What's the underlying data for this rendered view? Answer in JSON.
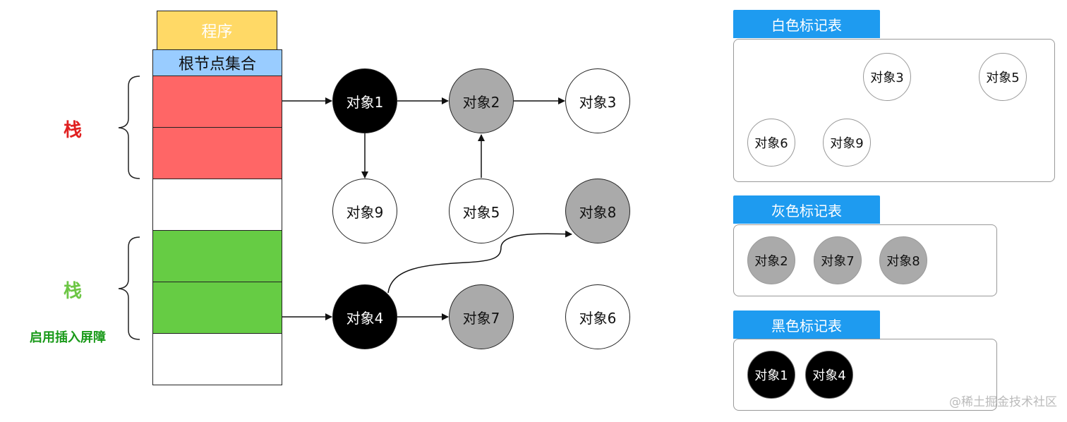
{
  "stack": {
    "program_label": "程序",
    "root_set_label": "根节点集合",
    "stack_label_top": "栈",
    "stack_label_bottom": "栈",
    "barrier_label": "启用插入屏障",
    "colors": {
      "program": "#FFD966",
      "root": "#99CCFF",
      "red": "#FF6666",
      "green": "#66CC44",
      "stack_top_text": "#E02020",
      "stack_bottom_text": "#6CC644",
      "barrier_text": "#1A9A1A"
    }
  },
  "graph": {
    "nodes": {
      "o1": {
        "label": "对象1",
        "color": "black"
      },
      "o2": {
        "label": "对象2",
        "color": "gray"
      },
      "o3": {
        "label": "对象3",
        "color": "white"
      },
      "o9": {
        "label": "对象9",
        "color": "white"
      },
      "o5": {
        "label": "对象5",
        "color": "white"
      },
      "o8": {
        "label": "对象8",
        "color": "gray"
      },
      "o4": {
        "label": "对象4",
        "color": "black"
      },
      "o7": {
        "label": "对象7",
        "color": "gray"
      },
      "o6": {
        "label": "对象6",
        "color": "white"
      }
    },
    "edges": [
      [
        "red_stack",
        "o1"
      ],
      [
        "o1",
        "o2"
      ],
      [
        "o2",
        "o3"
      ],
      [
        "o1",
        "o9"
      ],
      [
        "o5",
        "o2"
      ],
      [
        "green_stack",
        "o4"
      ],
      [
        "o4",
        "o7"
      ],
      [
        "o4",
        "o8"
      ]
    ]
  },
  "tables": {
    "white": {
      "title": "白色标记表",
      "items": [
        "对象3",
        "对象5",
        "对象6",
        "对象9"
      ]
    },
    "gray": {
      "title": "灰色标记表",
      "items": [
        "对象2",
        "对象7",
        "对象8"
      ]
    },
    "black": {
      "title": "黑色标记表",
      "items": [
        "对象1",
        "对象4"
      ]
    },
    "header_color": "#1E9BF0"
  },
  "watermark": "@稀土掘金技术社区"
}
